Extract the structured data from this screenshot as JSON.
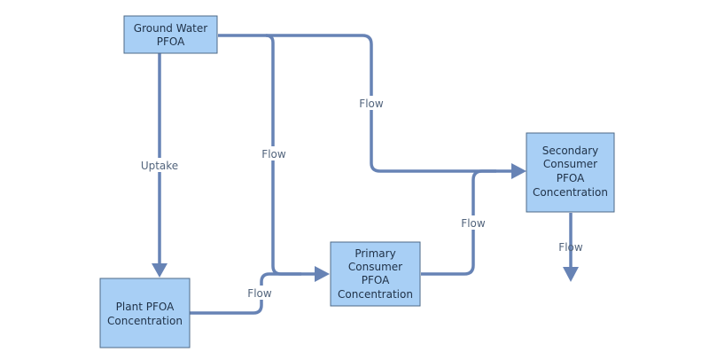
{
  "nodes": {
    "ground_water": {
      "lines": [
        "Ground Water",
        "PFOA"
      ]
    },
    "plant": {
      "lines": [
        "Plant PFOA",
        "Concentration"
      ]
    },
    "primary_consumer": {
      "lines": [
        "Primary",
        "Consumer",
        "PFOA",
        "Concentration"
      ]
    },
    "secondary_consumer": {
      "lines": [
        "Secondary",
        "Consumer",
        "PFOA",
        "Concentration"
      ]
    }
  },
  "edges": {
    "ground_to_plant": {
      "label": "Uptake"
    },
    "ground_to_primary": {
      "label": "Flow"
    },
    "ground_to_secondary": {
      "label": "Flow"
    },
    "plant_to_primary": {
      "label": "Flow"
    },
    "primary_to_secondary": {
      "label": "Flow"
    },
    "secondary_outflow": {
      "label": "Flow"
    }
  },
  "colors": {
    "node_fill": "#a8cff5",
    "node_border": "#4e6a87",
    "edge": "#6783b5",
    "text": "#1f3147",
    "label": "#53657d"
  }
}
